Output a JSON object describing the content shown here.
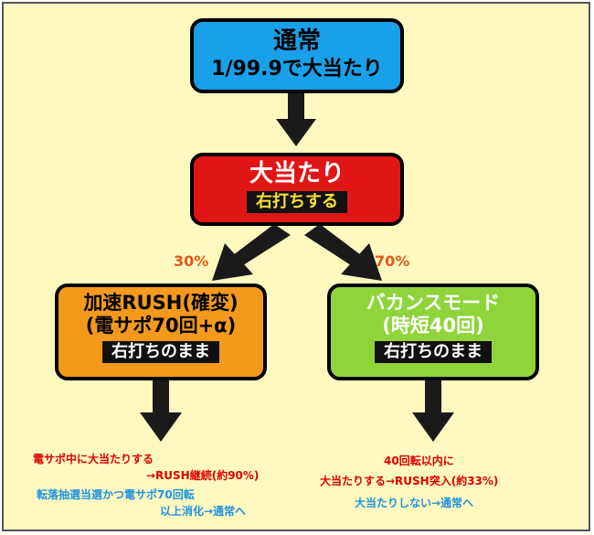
{
  "colors": {
    "background": "#fff9c0",
    "normal_box": "#1aa0e8",
    "jackpot_box": "#e01616",
    "rush_box": "#f39a1c",
    "vacation_box": "#8ed43a",
    "percent_text": "#e2581a",
    "note_red": "#e00000",
    "note_blue": "#1e93e0",
    "tag_yellow": "#ffe033"
  },
  "normal": {
    "title": "通常",
    "subtitle": "1/99.9で大当たり"
  },
  "jackpot": {
    "title": "大当たり",
    "tag": "右打ちする"
  },
  "branches": {
    "left_percent": "30%",
    "right_percent": "70%"
  },
  "rush": {
    "title": "加速RUSH(確変)",
    "subtitle": "(電サポ70回+α)",
    "tag": "右打ちのまま"
  },
  "vacation": {
    "title": "バカンスモード",
    "subtitle": "(時短40回)",
    "tag": "右打ちのまま"
  },
  "rush_notes": {
    "line1": "電サポ中に大当たりする",
    "line2": "→RUSH継続(約90%)",
    "line3": "転落抽選当選かつ電サポ70回転",
    "line4": "以上消化→通常へ"
  },
  "vacation_notes": {
    "line1": "40回転以内に",
    "line2": "大当たりする→RUSH突入(約33%)",
    "line3": "大当たりしない→通常へ"
  }
}
